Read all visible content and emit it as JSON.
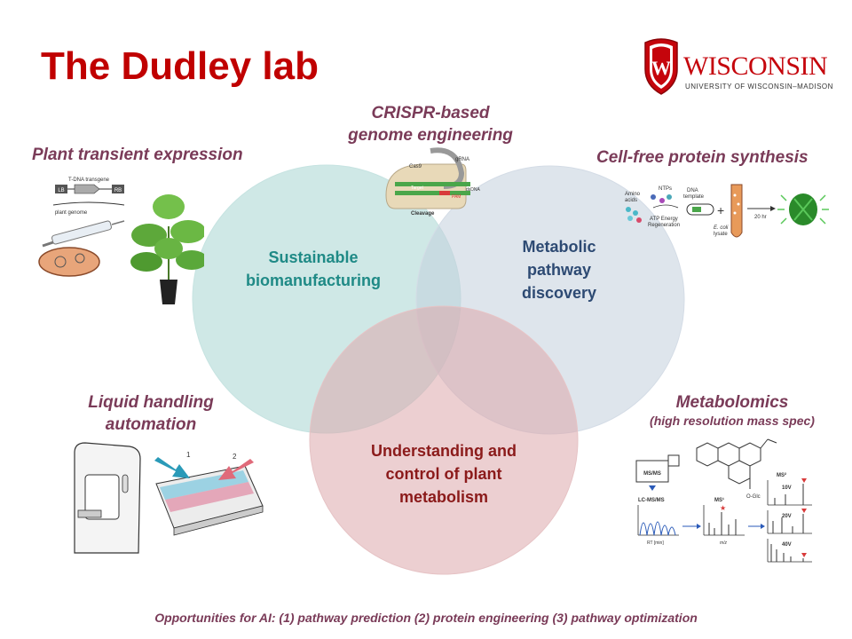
{
  "title": "The Dudley lab",
  "logo": {
    "wordmark": "WISCONSIN",
    "subtitle": "UNIVERSITY OF WISCONSIN–MADISON",
    "crest_letter": "W",
    "color": "#c5050c"
  },
  "labels": {
    "plant": "Plant transient expression",
    "crispr_line1": "CRISPR-based",
    "crispr_line2": "genome engineering",
    "cellfree": "Cell-free protein synthesis",
    "liquid_line1": "Liquid handling",
    "liquid_line2": "automation",
    "metabolomics": "Metabolomics",
    "metabolomics_sub": "(high resolution mass spec)"
  },
  "venn": {
    "circle1": {
      "line1": "Sustainable",
      "line2": "biomanufacturing",
      "color": "#a8d5d2"
    },
    "circle2": {
      "line1": "Metabolic",
      "line2": "pathway",
      "line3": "discovery",
      "color": "#c3cfdc"
    },
    "circle3": {
      "line1": "Understanding and",
      "line2": "control of plant",
      "line3": "metabolism",
      "color": "#dca8ab"
    }
  },
  "plant_fig": {
    "lb": "LB",
    "rb": "RB",
    "transgene": "T-DNA transgene",
    "genome": "plant genome"
  },
  "crispr_fig": {
    "cas9": "Cas9",
    "grna": "gRNA",
    "target": "Target",
    "pam": "PAM",
    "dsdna": "dsDNA",
    "cleavage": "Cleavage"
  },
  "cellfree_fig": {
    "amino": "Amino",
    "acids": "acids",
    "ntps": "NTPs",
    "dna1": "DNA",
    "dna2": "template",
    "atp1": "ATP Energy",
    "atp2": "Regeneration",
    "ecoli1": "E. coli",
    "ecoli2": "lysate",
    "time": "20 hr"
  },
  "liquid_fig": {
    "step1": "1",
    "step2": "2"
  },
  "metab_fig": {
    "msms": "MS/MS",
    "lcmsms": "LC-MS/MS",
    "ms1": "MS¹",
    "ms2": "MS²",
    "rt": "RT [min]",
    "mz": "m/z",
    "v10": "10V",
    "v20": "20V",
    "v40": "40V",
    "glc": "O-Glc"
  },
  "footer": "Opportunities  for AI: (1) pathway prediction  (2) protein engineering (3) pathway optimization"
}
